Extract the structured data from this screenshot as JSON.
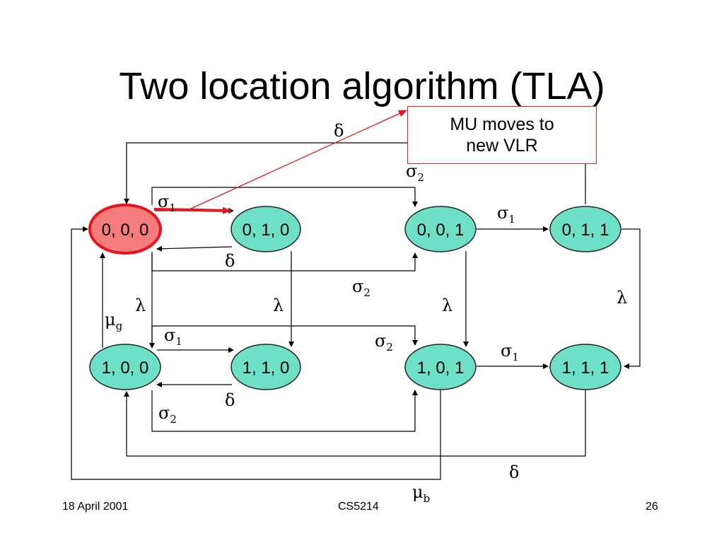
{
  "slide": {
    "title": "Two location algorithm (TLA)",
    "callout": {
      "line1": "MU moves to",
      "line2": "new VLR"
    },
    "footer": {
      "date": "18 April 2001",
      "course": "CS5214",
      "page": "26"
    }
  },
  "states": {
    "s000": "0, 0, 0",
    "s010": "0, 1, 0",
    "s001": "0, 0, 1",
    "s011": "0, 1, 1",
    "s100": "1, 0, 0",
    "s110": "1, 1, 0",
    "s101": "1, 0, 1",
    "s111": "1, 1, 1"
  },
  "symbols": {
    "sigma": "σ",
    "delta": "δ",
    "lambda": "λ",
    "mu": "μ",
    "sub1": "1",
    "sub2": "2",
    "subg": "g",
    "subb": "b"
  },
  "colors": {
    "highlight_state": "#f47c7c",
    "state_fill": "#6fe0c8",
    "highlight_stroke": "#e8141e",
    "arrow": "#000000"
  }
}
